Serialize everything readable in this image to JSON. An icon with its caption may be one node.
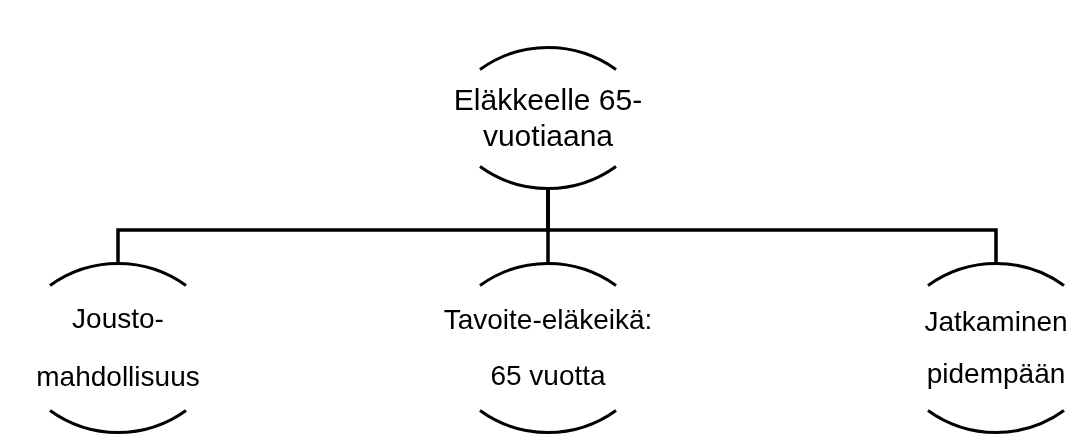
{
  "diagram": {
    "nodes": [
      {
        "text": [
          "Eläkkeelle 65- vuotiaana"
        ]
      },
      {
        "text": [
          "Jousto- mahdollisuus"
        ]
      },
      {
        "text": [
          "Tavoite-eläkeikä: 65 vuotta"
        ]
      },
      {
        "text": [
          "Jatkaminen pidempään"
        ]
      }
    ],
    "edges": [
      {
        "from": 0,
        "to": 1,
        "arrow": "none"
      },
      {
        "from": 0,
        "to": 2,
        "arrow": "none"
      },
      {
        "from": 0,
        "to": 3,
        "arrow": "none"
      }
    ]
  }
}
